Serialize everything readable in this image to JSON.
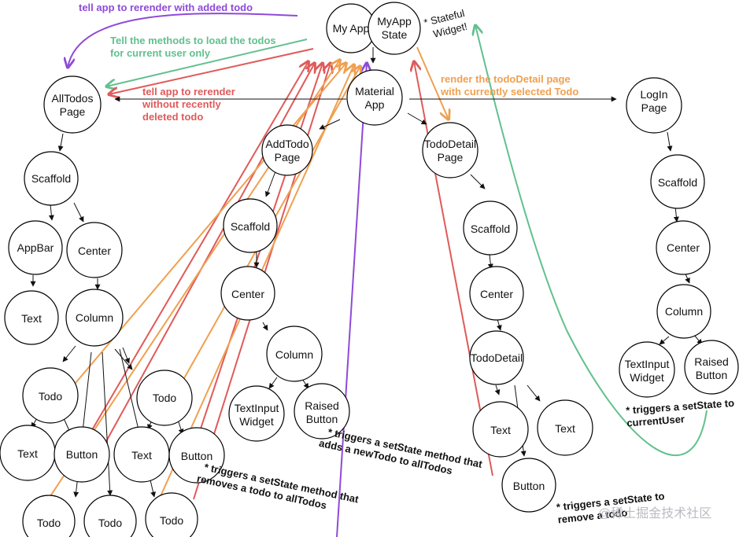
{
  "colors": {
    "purple": "#8e4ad8",
    "green": "#62c08f",
    "red": "#e05a5a",
    "orange": "#f0a050",
    "black": "#111111"
  },
  "nodes": {
    "my_app": [
      "My App"
    ],
    "my_app_state": [
      "MyApp",
      "State"
    ],
    "material_app": [
      "Material",
      "App"
    ],
    "all_todos_page": [
      "AllTodos",
      "Page"
    ],
    "add_todo_page": [
      "AddTodo",
      "Page"
    ],
    "todo_detail_page": [
      "TodoDetail",
      "Page"
    ],
    "login_page": [
      "LogIn",
      "Page"
    ],
    "scaffold_left": [
      "Scaffold"
    ],
    "appbar": [
      "AppBar"
    ],
    "center_left": [
      "Center"
    ],
    "text_left": [
      "Text"
    ],
    "column_left": [
      "Column"
    ],
    "todo_1": [
      "Todo"
    ],
    "todo_2": [
      "Todo"
    ],
    "text_todo1": [
      "Text"
    ],
    "button_todo1": [
      "Button"
    ],
    "text_todo2": [
      "Text"
    ],
    "button_todo2": [
      "Button"
    ],
    "todo_3": [
      "Todo"
    ],
    "todo_4": [
      "Todo"
    ],
    "todo_5": [
      "Todo"
    ],
    "scaffold_add": [
      "Scaffold"
    ],
    "center_add": [
      "Center"
    ],
    "column_add": [
      "Column"
    ],
    "textinput_add": [
      "TextInput",
      "Widget"
    ],
    "raised_add": [
      "Raised",
      "Button"
    ],
    "scaffold_detail": [
      "Scaffold"
    ],
    "center_detail": [
      "Center"
    ],
    "todo_detail": [
      "TodoDetail"
    ],
    "text_detail_1": [
      "Text"
    ],
    "text_detail_2": [
      "Text"
    ],
    "button_detail": [
      "Button"
    ],
    "scaffold_login": [
      "Scaffold"
    ],
    "center_login": [
      "Center"
    ],
    "column_login": [
      "Column"
    ],
    "textinput_login": [
      "TextInput",
      "Widget"
    ],
    "raised_login": [
      "Raised",
      "Button"
    ]
  },
  "annotations": {
    "tell_rerender_added": [
      "tell app to rerender with added todo"
    ],
    "tell_methods_load": [
      "Tell the methods to load the todos",
      "for current user only"
    ],
    "tell_rerender_deleted": [
      "tell app to rerender",
      "without recently",
      "deleted todo"
    ],
    "render_detail": [
      "render the todoDetail page",
      "with currently selected Todo"
    ],
    "stateful_widget": [
      "* Stateful",
      "Widget!"
    ],
    "setstate_add": [
      "* triggers a setState method that",
      "adds a newTodo to allTodos"
    ],
    "setstate_remove": [
      "* triggers a setState method that",
      "removes a todo to allTodos"
    ],
    "setstate_remove_detail": [
      "* triggers a setState to",
      "remove a todo"
    ],
    "setstate_user": [
      "* triggers a setState to",
      "currentUser"
    ]
  },
  "watermark": "@稀土掘金技术社区"
}
